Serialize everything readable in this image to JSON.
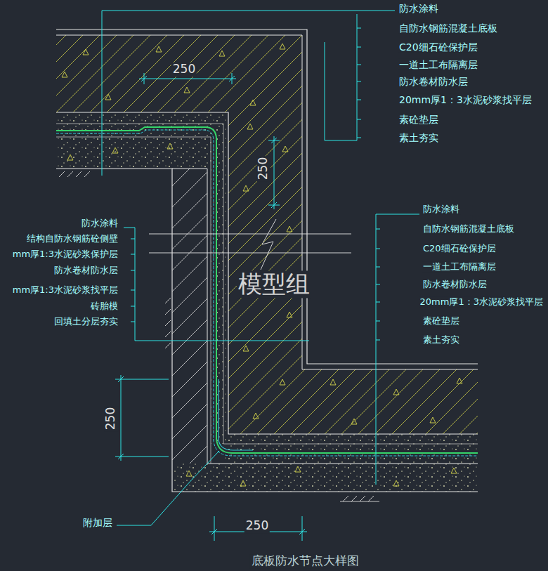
{
  "diagram": {
    "caption": "底板防水节点大样图",
    "labels": [
      "防水涂料",
      "自防水钢筋混凝土底板",
      "C20细石砼保护层",
      "一道土工布隔离层",
      "防水卷材防水层",
      "20mm厚1：3水泥砂浆找平层",
      "素砼垫层",
      "素土夯实",
      "250",
      "250",
      "防水涂料",
      "结构自防水钢筋砼侧壁",
      "mm厚1:3水泥砂浆保护层",
      "防水卷材防水层",
      "mm厚1:3水泥砂浆找平层",
      "砖胎模",
      "回填土分层夯实",
      "防水涂料",
      "自防水钢筋混凝土底板",
      "C20细石砼保护层",
      "一道土工布隔离层",
      "防水卷材防水层",
      "20mm厚1：3水泥砂浆找平层",
      "素砼垫层",
      "素土夯实",
      "250",
      "附加层",
      "250",
      "模型组"
    ]
  }
}
